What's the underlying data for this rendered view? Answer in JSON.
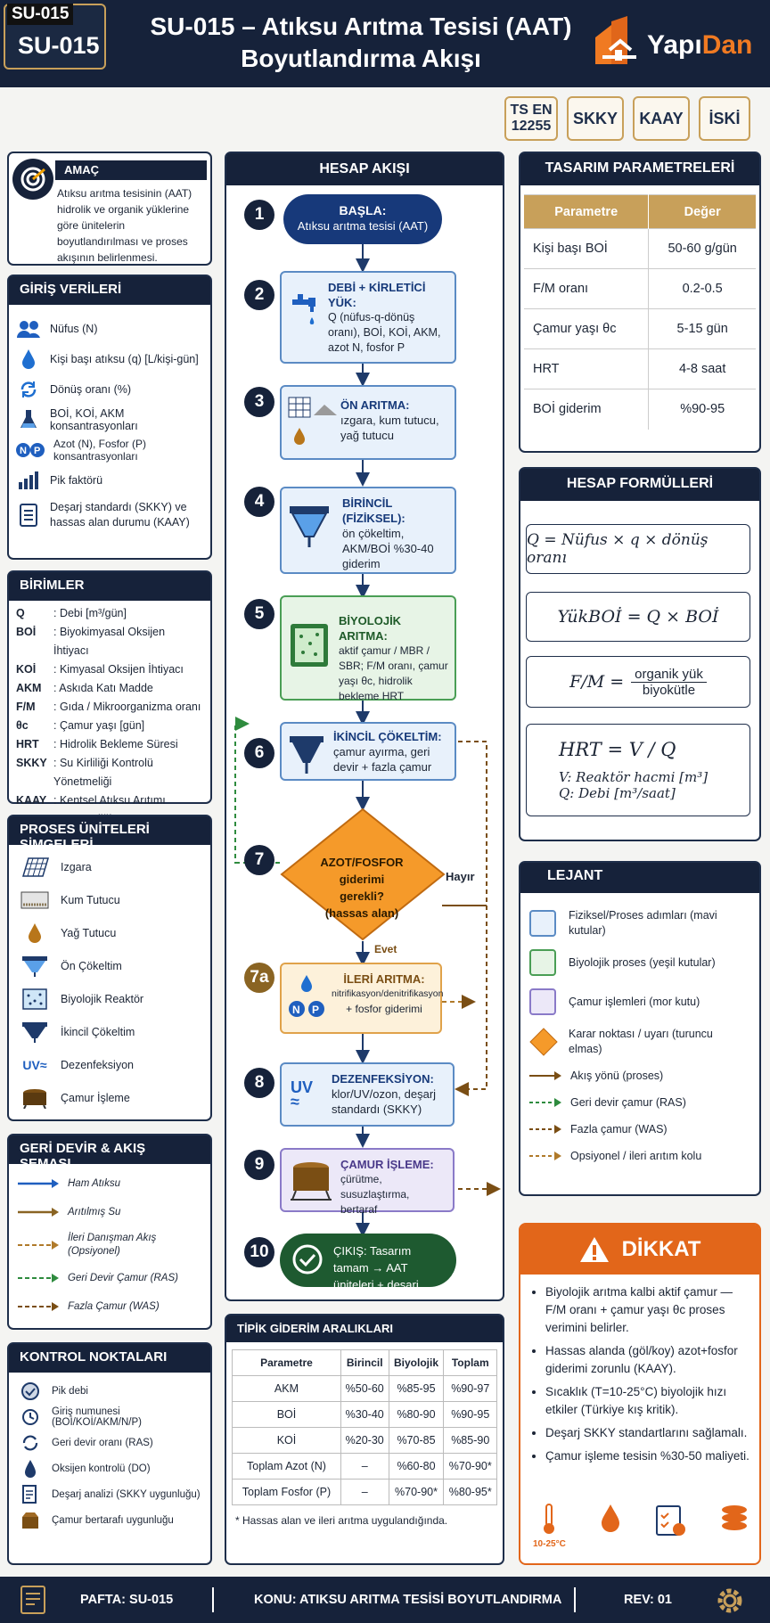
{
  "header": {
    "code_tag": "SU-015",
    "code_tag_big": "SU-015",
    "title_line1": "SU-015 – Atıksu Arıtma Tesisi (AAT)",
    "title_line2": "Boyutlandırma Akışı",
    "logo_a": "Yapı",
    "logo_b": "Dan"
  },
  "standards": [
    "TS EN 12255",
    "SKKY",
    "KAAY",
    "İSKİ"
  ],
  "purpose": {
    "title": "AMAÇ",
    "text": "Atıksu arıtma tesisinin (AAT) hidrolik ve organik yüklerine göre ünitelerin boyutlandırılması ve proses akışının belirlenmesi."
  },
  "inputs": {
    "title": "GİRİŞ VERİLERİ",
    "items": [
      {
        "icon": "people-icon",
        "label": "Nüfus (N)"
      },
      {
        "icon": "drop-icon",
        "label": "Kişi başı atıksu (q) [L/kişi-gün]"
      },
      {
        "icon": "cycle-icon",
        "label": "Dönüş oranı (%)"
      },
      {
        "icon": "flask-icon",
        "label": "BOİ, KOİ, AKM konsantrasyonları"
      },
      {
        "icon": "np-icon",
        "label": "Azot (N), Fosfor (P) konsantrasyonları"
      },
      {
        "icon": "bars-icon",
        "label": "Pik faktörü"
      },
      {
        "icon": "document-icon",
        "label": "Deşarj standardı (SKKY) ve hassas alan durumu (KAAY)"
      }
    ]
  },
  "units": {
    "title": "BİRİMLER",
    "items": [
      {
        "abbr": "Q",
        "desc": ": Debi [m³/gün]"
      },
      {
        "abbr": "BOİ",
        "desc": ": Biyokimyasal Oksijen İhtiyacı"
      },
      {
        "abbr": "KOİ",
        "desc": ": Kimyasal Oksijen İhtiyacı"
      },
      {
        "abbr": "AKM",
        "desc": ": Askıda Katı Madde"
      },
      {
        "abbr": "F/M",
        "desc": ": Gıda / Mikroorganizma oranı"
      },
      {
        "abbr": "θc",
        "desc": ": Çamur yaşı [gün]"
      },
      {
        "abbr": "HRT",
        "desc": ": Hidrolik Bekleme Süresi"
      },
      {
        "abbr": "SKKY",
        "desc": ": Su Kirliliği Kontrolü Yönetmeliği"
      },
      {
        "abbr": "KAAY",
        "desc": ": Kentsel Atıksu Arıtımı Yönetmeliği"
      }
    ]
  },
  "symbols": {
    "title": "PROSES ÜNİTELERİ SİMGELERİ",
    "items": [
      {
        "icon": "grid-icon",
        "label": "Izgara"
      },
      {
        "icon": "sand-trap-icon",
        "label": "Kum Tutucu"
      },
      {
        "icon": "oil-drop-icon",
        "label": "Yağ Tutucu"
      },
      {
        "icon": "clarifier-icon",
        "label": "Ön Çökeltim"
      },
      {
        "icon": "reactor-icon",
        "label": "Biyolojik Reaktör"
      },
      {
        "icon": "secondary-clarifier-icon",
        "label": "İkincil Çökeltim"
      },
      {
        "icon": "uv-icon",
        "label": "Dezenfeksiyon"
      },
      {
        "icon": "sludge-icon",
        "label": "Çamur İşleme"
      }
    ]
  },
  "recycle": {
    "title": "GERİ DEVİR & AKIŞ ŞEMASI",
    "items": [
      {
        "label": "Ham Atıksu",
        "color": "#1f5fbf",
        "style": "solid"
      },
      {
        "label": "Arıtılmış Su",
        "color": "#8a6423",
        "style": "solid"
      },
      {
        "label": "İleri Danışman Akış (Opsiyonel)",
        "color": "#b07a2a",
        "style": "dashed"
      },
      {
        "label": "Geri Devir Çamur (RAS)",
        "color": "#2e8b3e",
        "style": "dashed"
      },
      {
        "label": "Fazla Çamur (WAS)",
        "color": "#7a4e14",
        "style": "dashed"
      }
    ]
  },
  "checkpoints": {
    "title": "KONTROL NOKTALARI",
    "items": [
      {
        "icon": "check-circle-icon",
        "label": "Pik debi"
      },
      {
        "icon": "clock-icon",
        "label": "Giriş numunesi (BOİ/KOİ/AKM/N/P)"
      },
      {
        "icon": "cycle-icon",
        "label": "Geri devir oranı (RAS)"
      },
      {
        "icon": "drop-icon",
        "label": "Oksijen kontrolü (DO)"
      },
      {
        "icon": "report-icon",
        "label": "Deşarj analizi (SKKY uygunluğu)"
      },
      {
        "icon": "box-icon",
        "label": "Çamur bertarafı uygunluğu"
      }
    ]
  },
  "flow": {
    "title": "HESAP AKIŞI",
    "start": {
      "num": "1",
      "title": "BAŞLA:",
      "text": "Atıksu arıtma tesisi (AAT)"
    },
    "s2": {
      "num": "2",
      "title": "DEBİ + KİRLETİCİ YÜK:",
      "text": "Q (nüfus-q-dönüş oranı), BOİ, KOİ, AKM, azot N, fosfor P"
    },
    "s3": {
      "num": "3",
      "title": "ÖN ARITMA:",
      "text": "ızgara, kum tutucu, yağ tutucu"
    },
    "s4": {
      "num": "4",
      "title": "BİRİNCİL (FİZİKSEL):",
      "text": "ön çökeltim, AKM/BOİ %30-40 giderim"
    },
    "s5": {
      "num": "5",
      "title": "BİYOLOJİK ARITMA:",
      "text": "aktif çamur / MBR / SBR; F/M oranı, çamur yaşı θc, hidrolik bekleme HRT"
    },
    "s6": {
      "num": "6",
      "title": "İKİNCİL ÇÖKELTİM:",
      "text": "çamur ayırma, geri devir + fazla çamur"
    },
    "s7": {
      "num": "7",
      "text": "AZOT/FOSFOR giderimi gerekli? (hassas alan)",
      "yes": "Evet",
      "no": "Hayır"
    },
    "s7a": {
      "num": "7a",
      "title": "İLERİ ARITMA:",
      "text1": "nitrifikasyon/denitrifikasyon",
      "text2": "+ fosfor giderimi"
    },
    "s8": {
      "num": "8",
      "title": "DEZENFEKSİYON:",
      "text": "klor/UV/ozon, deşarj standardı (SKKY)"
    },
    "s9": {
      "num": "9",
      "title": "ÇAMUR İŞLEME:",
      "text": "çürütme, susuzlaştırma, bertaraf"
    },
    "s10": {
      "num": "10",
      "text": "ÇIKIŞ: Tasarım tamam → AAT üniteleri + deşarj"
    }
  },
  "params": {
    "title": "TASARIM PARAMETRELERİ",
    "headers": [
      "Parametre",
      "Değer"
    ],
    "rows": [
      [
        "Kişi başı BOİ",
        "50-60 g/gün"
      ],
      [
        "F/M oranı",
        "0.2-0.5"
      ],
      [
        "Çamur yaşı θc",
        "5-15 gün"
      ],
      [
        "HRT",
        "4-8 saat"
      ],
      [
        "BOİ giderim",
        "%90-95"
      ]
    ]
  },
  "formulas": {
    "title": "HESAP FORMÜLLERİ",
    "f1": "Q = Nüfus × q × dönüş oranı",
    "f2": "YükBOİ = Q × BOİ",
    "f3_lhs": "F/M =",
    "f3_num": "organik yük",
    "f3_den": "biyokütle",
    "f4": "HRT = V / Q",
    "f4_v": "V: Reaktör hacmi [m³]",
    "f4_q": "Q: Debi [m³/saat]"
  },
  "legend": {
    "title": "LEJANT",
    "items": [
      {
        "kind": "box-blue",
        "label": "Fiziksel/Proses adımları (mavi kutular)"
      },
      {
        "kind": "box-green",
        "label": "Biyolojik proses (yeşil kutular)"
      },
      {
        "kind": "box-purple",
        "label": "Çamur işlemleri (mor kutu)"
      },
      {
        "kind": "diamond",
        "label": "Karar noktası / uyarı (turuncu elmas)"
      },
      {
        "kind": "line-solid",
        "label": "Akış yönü (proses)"
      },
      {
        "kind": "line-green",
        "label": "Geri devir çamur (RAS)"
      },
      {
        "kind": "line-brown",
        "label": "Fazla çamur (WAS)"
      },
      {
        "kind": "line-orange",
        "label": "Opsiyonel / ileri arıtım kolu"
      }
    ]
  },
  "warning": {
    "title": "DİKKAT",
    "items": [
      "Biyolojik arıtma kalbi aktif çamur — F/M oranı + çamur yaşı θc proses verimini belirler.",
      "Hassas alanda (göl/koy) azot+fosfor giderimi zorunlu (KAAY).",
      "Sıcaklık (T=10-25°C) biyolojik hızı etkiler (Türkiye kış kritik).",
      "Deşarj SKKY standartlarını sağlamalı.",
      "Çamur işleme tesisin %30-50 maliyeti."
    ],
    "temp": "10-25°C"
  },
  "removal": {
    "title": "TİPİK GİDERİM ARALIKLARI",
    "headers": [
      "Parametre",
      "Birincil",
      "Biyolojik",
      "Toplam"
    ],
    "rows": [
      [
        "AKM",
        "%50-60",
        "%85-95",
        "%90-97"
      ],
      [
        "BOİ",
        "%30-40",
        "%80-90",
        "%90-95"
      ],
      [
        "KOİ",
        "%20-30",
        "%70-85",
        "%85-90"
      ],
      [
        "Toplam Azot (N)",
        "–",
        "%60-80",
        "%70-90*"
      ],
      [
        "Toplam Fosfor (P)",
        "–",
        "%70-90*",
        "%80-95*"
      ]
    ],
    "note": "* Hassas alan ve ileri arıtma uygulandığında."
  },
  "footer": {
    "sheet": "PAFTA: SU-015",
    "topic": "KONU: ATIKSU ARITMA TESİSİ BOYUTLANDIRMA",
    "rev": "REV: 01"
  }
}
